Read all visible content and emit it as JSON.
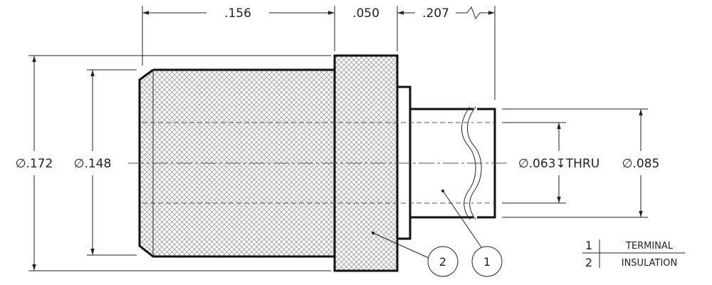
{
  "dimensions": {
    "len_156": ".156",
    "len_050": ".050",
    "len_207": ".207",
    "dia_172": "∅.172",
    "dia_148": "∅.148",
    "dia_063_thru": "∅.063↧THRU",
    "dia_085": "∅.085"
  },
  "balloons": [
    {
      "number": "2"
    },
    {
      "number": "1"
    }
  ],
  "bom": [
    {
      "item": "1",
      "description": "TERMINAL"
    },
    {
      "item": "2",
      "description": "INSULATION"
    }
  ]
}
